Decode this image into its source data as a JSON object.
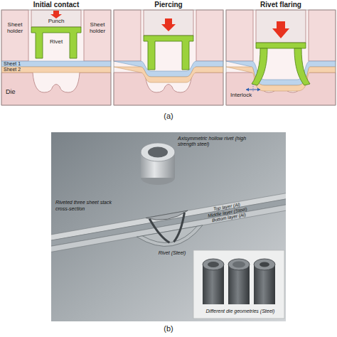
{
  "diagram": {
    "nodes": [
      {
        "text": [
          "Initial contact"
        ]
      },
      {
        "text": [
          "Piercing"
        ]
      },
      {
        "text": [
          "Rivet flaring"
        ]
      }
    ],
    "labels": [
      "Sheet holder",
      "Punch",
      "Rivet",
      "Sheet holder",
      "Sheet 1",
      "Sheet 2",
      "Die",
      "Interlock",
      "(a)",
      "Axisymmetric hollow rivet (high strength steel)",
      "Top layer (Al)",
      "Middle layer (Steel)",
      "Bottom layer (Al)",
      "Rivet (Steel)",
      "Riveted three sheet stack cross-section",
      "Different die geometries (Steel)",
      "(b)"
    ]
  }
}
